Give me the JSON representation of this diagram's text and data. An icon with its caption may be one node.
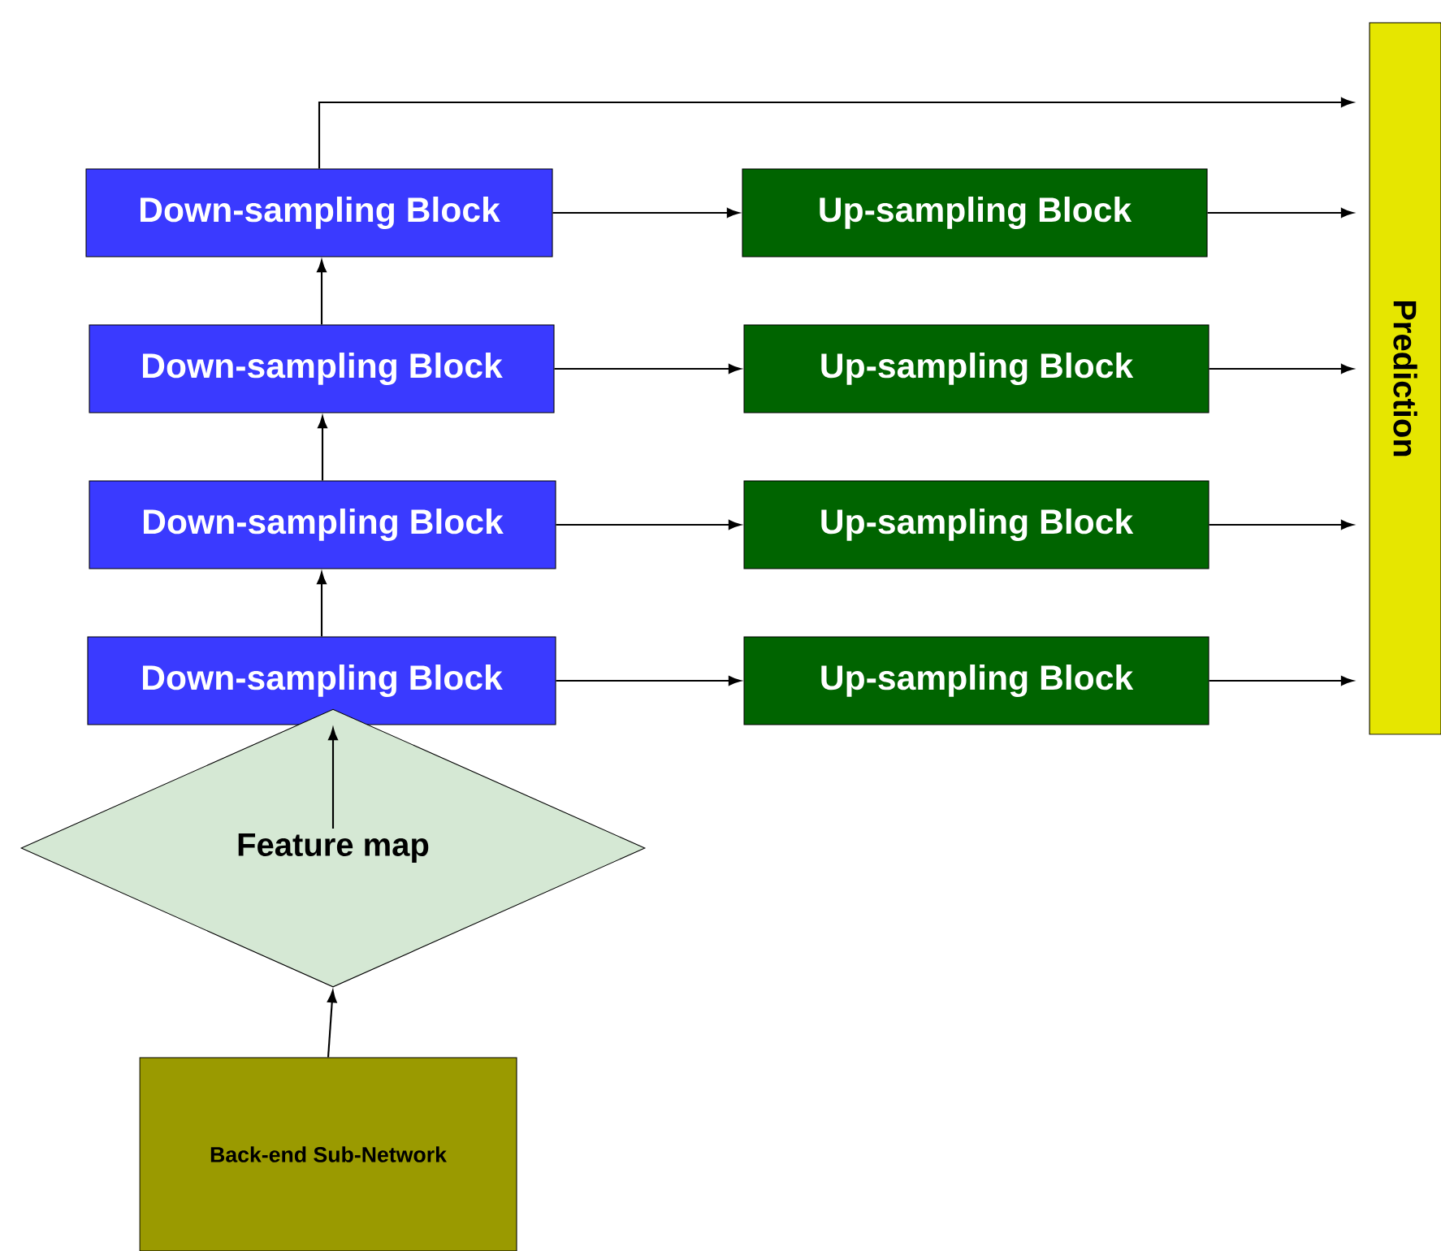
{
  "diagram": {
    "nodes": [
      {
        "text": [
          "Down-sampling Block"
        ]
      },
      {
        "text": [
          "Down-sampling Block"
        ]
      },
      {
        "text": [
          "Down-sampling Block"
        ]
      },
      {
        "text": [
          "Down-sampling Block"
        ]
      },
      {
        "text": [
          "Up-sampling Block"
        ]
      },
      {
        "text": [
          "Up-sampling Block"
        ]
      },
      {
        "text": [
          "Up-sampling Block"
        ]
      },
      {
        "text": [
          "Up-sampling Block"
        ]
      },
      {
        "text": [
          "Prediction"
        ]
      },
      {
        "text": [
          "Feature map"
        ]
      },
      {
        "text": [
          "Back-end Sub-Network"
        ]
      }
    ],
    "edges": [
      {
        "from": 10,
        "to": 9,
        "arrow": "to"
      },
      {
        "from": 9,
        "to": 3,
        "arrow": "to"
      },
      {
        "from": 3,
        "to": 2,
        "arrow": "to"
      },
      {
        "from": 2,
        "to": 1,
        "arrow": "to"
      },
      {
        "from": 1,
        "to": 0,
        "arrow": "to"
      },
      {
        "from": 0,
        "to": 4,
        "arrow": "to"
      },
      {
        "from": 1,
        "to": 5,
        "arrow": "to"
      },
      {
        "from": 2,
        "to": 6,
        "arrow": "to"
      },
      {
        "from": 3,
        "to": 7,
        "arrow": "to"
      },
      {
        "from": 4,
        "to": 8,
        "arrow": "to"
      },
      {
        "from": 5,
        "to": 8,
        "arrow": "to"
      },
      {
        "from": 6,
        "to": 8,
        "arrow": "to"
      },
      {
        "from": 7,
        "to": 8,
        "arrow": "to"
      },
      {
        "from": 0,
        "to": 8,
        "arrow": "to"
      }
    ]
  }
}
